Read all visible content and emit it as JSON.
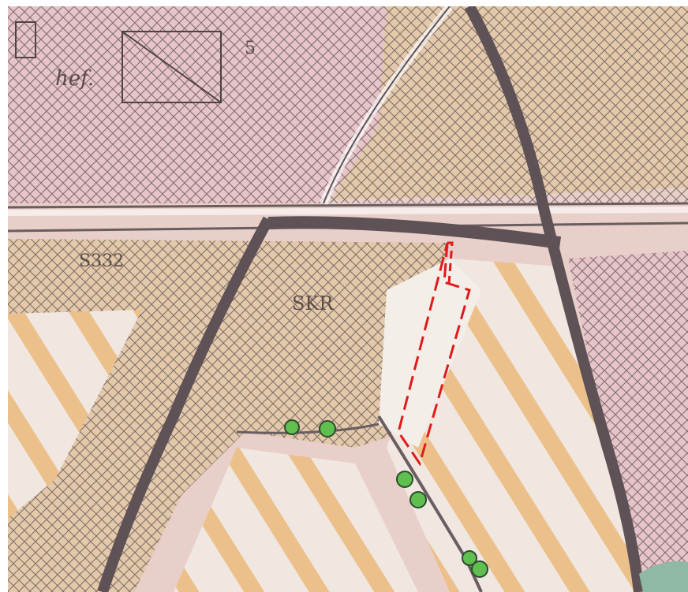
{
  "map": {
    "colors": {
      "pink_zone": "#e6c4c9",
      "beige_zone": "#e3c9aa",
      "pale_zone": "#efe6e0",
      "orange_stripe": "#ecc08a",
      "hatch_line": "#6f5f5e",
      "road": "#5e5256",
      "boundary_marker": "#e11a1a",
      "tree_dot": "#5fbf4f",
      "forest_patch": "#8fb8a5"
    },
    "labels": {
      "parcel_north": "5",
      "parcel_west": "S332",
      "district_mark": "SKR",
      "handwritten": "hef."
    },
    "icons": [
      "tree-dot",
      "hatching-pattern",
      "diagonal-stripe-pattern"
    ]
  }
}
